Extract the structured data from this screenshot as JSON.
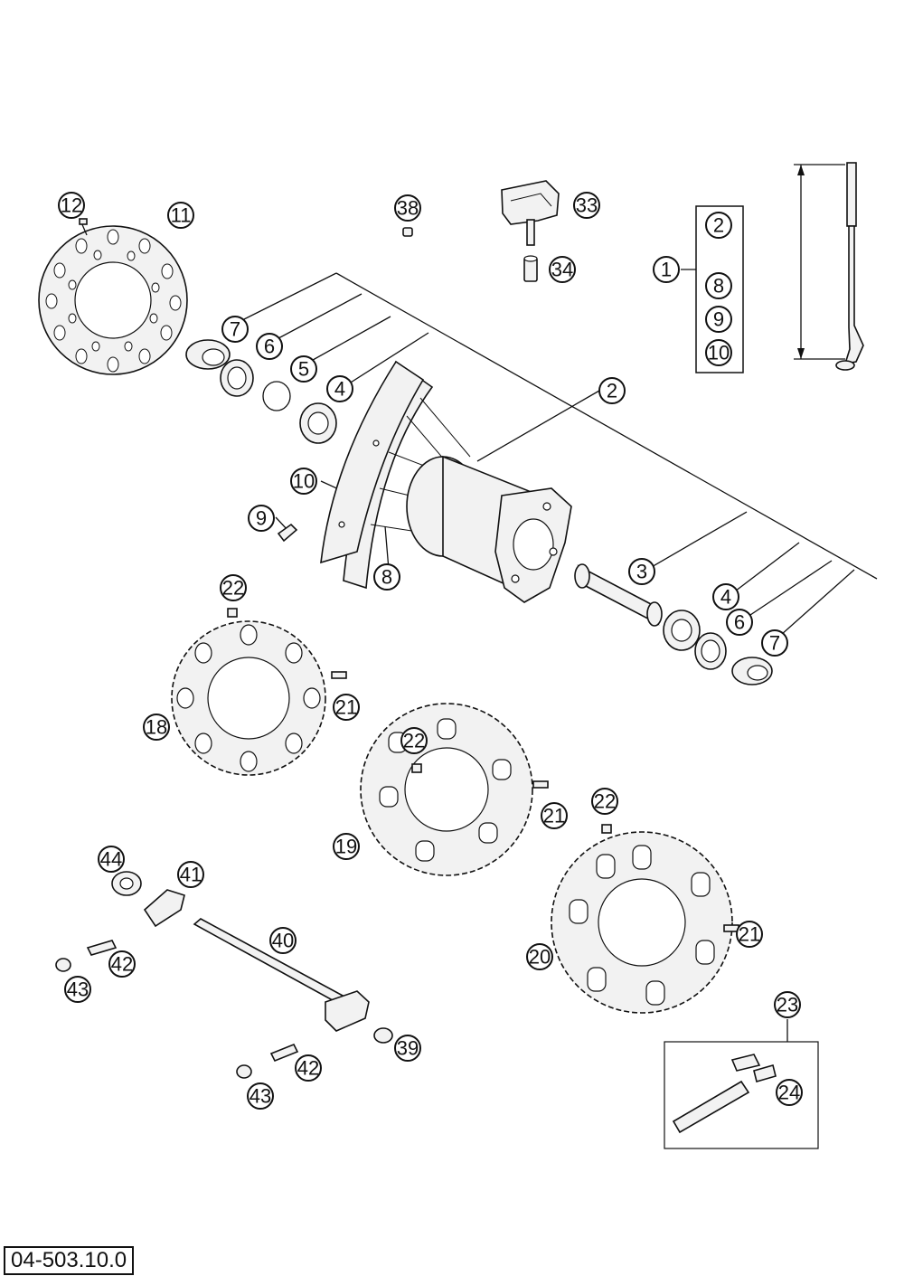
{
  "drawing_number": "04-503.10.0",
  "kit_group": {
    "label": "1",
    "members": [
      "2",
      "8",
      "9",
      "10"
    ]
  },
  "callouts": [
    {
      "id": "c12",
      "label": "12"
    },
    {
      "id": "c11",
      "label": "11"
    },
    {
      "id": "c38",
      "label": "38"
    },
    {
      "id": "c33",
      "label": "33"
    },
    {
      "id": "c34",
      "label": "34"
    },
    {
      "id": "c7a",
      "label": "7"
    },
    {
      "id": "c6a",
      "label": "6"
    },
    {
      "id": "c5",
      "label": "5"
    },
    {
      "id": "c4a",
      "label": "4"
    },
    {
      "id": "c2",
      "label": "2"
    },
    {
      "id": "c10",
      "label": "10"
    },
    {
      "id": "c9",
      "label": "9"
    },
    {
      "id": "c8",
      "label": "8"
    },
    {
      "id": "c3",
      "label": "3"
    },
    {
      "id": "c4b",
      "label": "4"
    },
    {
      "id": "c6b",
      "label": "6"
    },
    {
      "id": "c7b",
      "label": "7"
    },
    {
      "id": "c22a",
      "label": "22"
    },
    {
      "id": "c21a",
      "label": "21"
    },
    {
      "id": "c18",
      "label": "18"
    },
    {
      "id": "c22b",
      "label": "22"
    },
    {
      "id": "c21b",
      "label": "21"
    },
    {
      "id": "c19",
      "label": "19"
    },
    {
      "id": "c22c",
      "label": "22"
    },
    {
      "id": "c21c",
      "label": "21"
    },
    {
      "id": "c20",
      "label": "20"
    },
    {
      "id": "c44",
      "label": "44"
    },
    {
      "id": "c41",
      "label": "41"
    },
    {
      "id": "c40",
      "label": "40"
    },
    {
      "id": "c42a",
      "label": "42"
    },
    {
      "id": "c43a",
      "label": "43"
    },
    {
      "id": "c39",
      "label": "39"
    },
    {
      "id": "c42b",
      "label": "42"
    },
    {
      "id": "c43b",
      "label": "43"
    },
    {
      "id": "c23",
      "label": "23"
    },
    {
      "id": "c24",
      "label": "24"
    }
  ]
}
